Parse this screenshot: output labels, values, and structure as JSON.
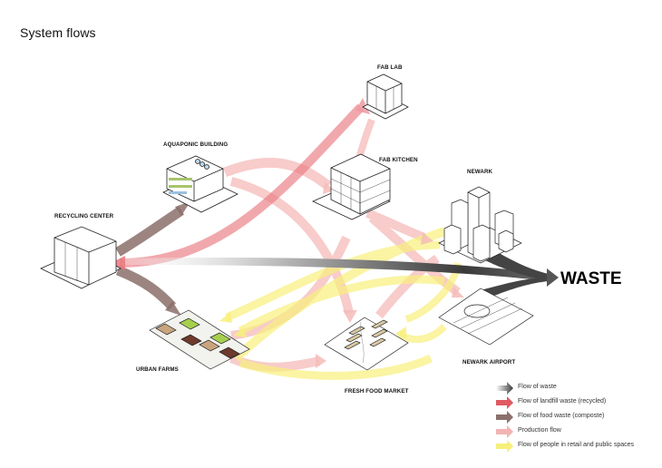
{
  "title": "System flows",
  "nodes": {
    "fab_lab": "FAB LAB",
    "aquaponic_building": "AQUAPONIC BUILDING",
    "fab_kitchen": "FAB KITCHEN",
    "newark": "NEWARK",
    "recycling_center": "RECYCLING CENTER",
    "urban_farms": "URBAN FARMS",
    "fresh_food_market": "FRESH FOOD MARKET",
    "newark_airport": "NEWARK AIRPORT",
    "waste": "WASTE"
  },
  "colors": {
    "waste": "#3a3a3a",
    "landfill_recycled": "#e05a63",
    "food_waste_compost": "#8b706b",
    "production": "#f2b4b2",
    "people": "#f7ef7a"
  },
  "legend": [
    {
      "label": "Flow of waste",
      "color": "#3a3a3a",
      "icon": "arrow-right-icon"
    },
    {
      "label": "Flow of landfill waste (recycled)",
      "color": "#e05a63",
      "icon": "arrow-right-icon"
    },
    {
      "label": "Flow of food waste (composte)",
      "color": "#8b706b",
      "icon": "arrow-right-icon"
    },
    {
      "label": "Production flow",
      "color": "#f2b4b2",
      "icon": "arrow-right-icon"
    },
    {
      "label": "Flow of people in retail and public spaces",
      "color": "#f7ef7a",
      "icon": "arrow-right-icon"
    }
  ]
}
